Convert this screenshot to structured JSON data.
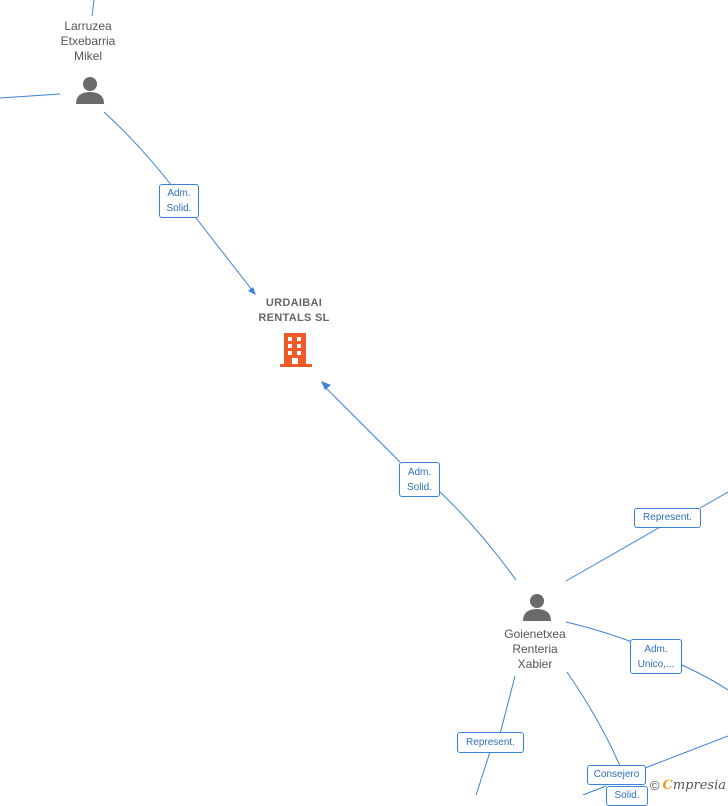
{
  "company": {
    "name": "URDAIBAI\nRENTALS  SL",
    "icon": "building-icon",
    "color": "#f05a28"
  },
  "persons": {
    "larruzea": {
      "name": "Larruzea\nEtxebarria\nMikel",
      "icon": "person-icon"
    },
    "goienetxea": {
      "name": "Goienetxea\nRenteria\nXabier",
      "icon": "person-icon"
    }
  },
  "roles": {
    "larruzea_company": "Adm.\nSolid.",
    "goienetxea_company": "Adm.\nSolid.",
    "represent_upper_right": "Represent.",
    "adm_unico_right": "Adm.\nUnico,...",
    "represent_lower_left": "Represent.",
    "consejero_bottom": "Consejero",
    "solid_bottom_partial": "Solid."
  },
  "colors": {
    "edge": "#3b82d6",
    "person": "#6b6b6b",
    "company": "#f05a28"
  },
  "footer": {
    "copyright": "©",
    "brand_first": "C",
    "brand_rest": "mpresia"
  }
}
